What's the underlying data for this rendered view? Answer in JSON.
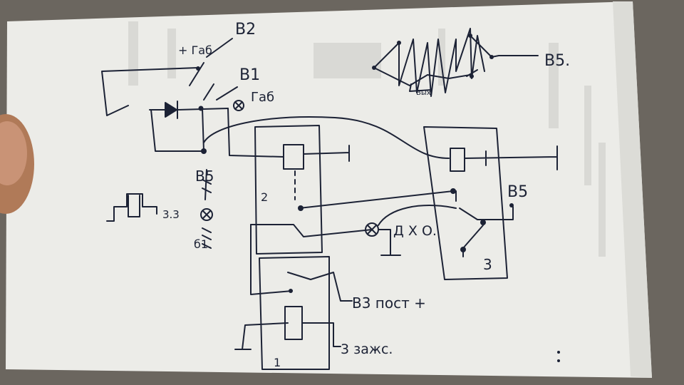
{
  "labels": {
    "b2": "B2",
    "gab_top": "+ Габ",
    "b1": "B1",
    "gab_lamp": "Габ",
    "b5_left": "B5",
    "b1_small": "б1.",
    "relay_33": "3.3",
    "relay2_num": "2",
    "dho": "Д Х О.",
    "b5_right": "B5",
    "relay3_num": "3",
    "b3_post": "B3 пост +",
    "zzap": "3 зажс.",
    "relay1_num": "1",
    "b5_topright": "B5.",
    "vyh": "Вых"
  },
  "colors": {
    "paper": "#eeeeea",
    "ink": "#1c2235",
    "background": "#6f6a63",
    "finger": "#b07a58"
  }
}
